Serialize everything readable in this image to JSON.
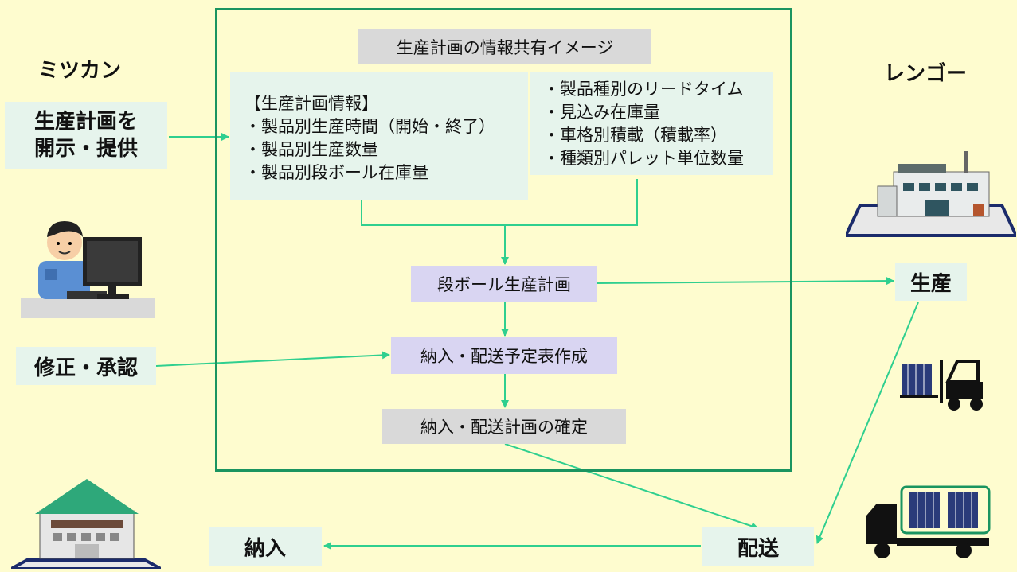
{
  "left_company": "ミツカン",
  "right_company": "レンゴー",
  "panel_title": "生産計画の情報共有イメージ",
  "left_action_top": [
    "生産計画を",
    "開示・提供"
  ],
  "left_action_bottom": "修正・承認",
  "info_left": {
    "heading": "【生産計画情報】",
    "items": [
      "・製品別生産時間（開始・終了）",
      "・製品別生産数量",
      "・製品別段ボール在庫量"
    ]
  },
  "info_right": {
    "items": [
      "・製品種別のリードタイム",
      "・見込み在庫量",
      "・車格別積載（積載率）",
      "・種類別パレット単位数量"
    ]
  },
  "flow": {
    "step1": "段ボール生産計画",
    "step2": "納入・配送予定表作成",
    "step3": "納入・配送計画の確定"
  },
  "right_production": "生産",
  "delivery": "配送",
  "receive": "納入",
  "colors": {
    "background": "#fefccf",
    "frame": "#1a9460",
    "arrow": "#2fcf8f",
    "gray_box": "#d9d9d9",
    "mint_box": "#e6f4ec",
    "lavender_box": "#d9d5f2"
  }
}
